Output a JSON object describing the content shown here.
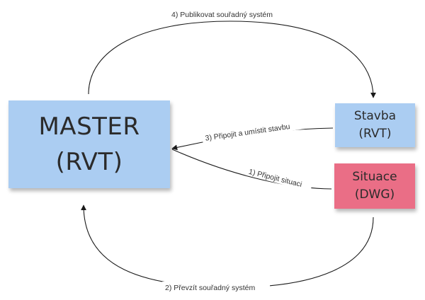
{
  "colors": {
    "master_fill": "#abcdf2",
    "stavba_fill": "#abcdf2",
    "situace_fill": "#ea6e86",
    "arrow": "#1a1a1a"
  },
  "nodes": {
    "master": {
      "line1": "MASTER",
      "line2": "(RVT)"
    },
    "stavba": {
      "line1": "Stavba",
      "line2": "(RVT)"
    },
    "situace": {
      "line1": "Situace",
      "line2": "(DWG)"
    }
  },
  "edges": {
    "step1": "1) Připojit situaci",
    "step2": "2) Převzít souřadný systém",
    "step3": "3) Připojit a umístit stavbu",
    "step4": "4) Publikovat  souřadný systém"
  }
}
